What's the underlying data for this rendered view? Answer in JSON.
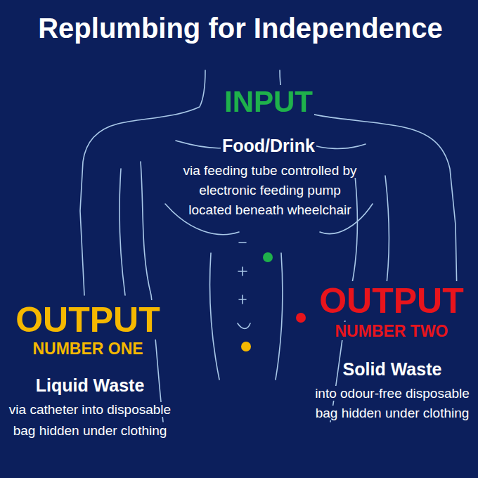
{
  "diagram": {
    "title": "Replumbing for Independence",
    "labels": [
      "INPUT",
      "Food/Drink",
      "via feeding tube controlled by electronic feeding pump located beneath wheelchair",
      "OUTPUT",
      "NUMBER ONE",
      "Liquid Waste",
      "via catheter into disposable bag hidden under clothing",
      "OUTPUT",
      "NUMBER TWO",
      "Solid Waste",
      "into odour-free disposable bag hidden under clothing"
    ]
  }
}
